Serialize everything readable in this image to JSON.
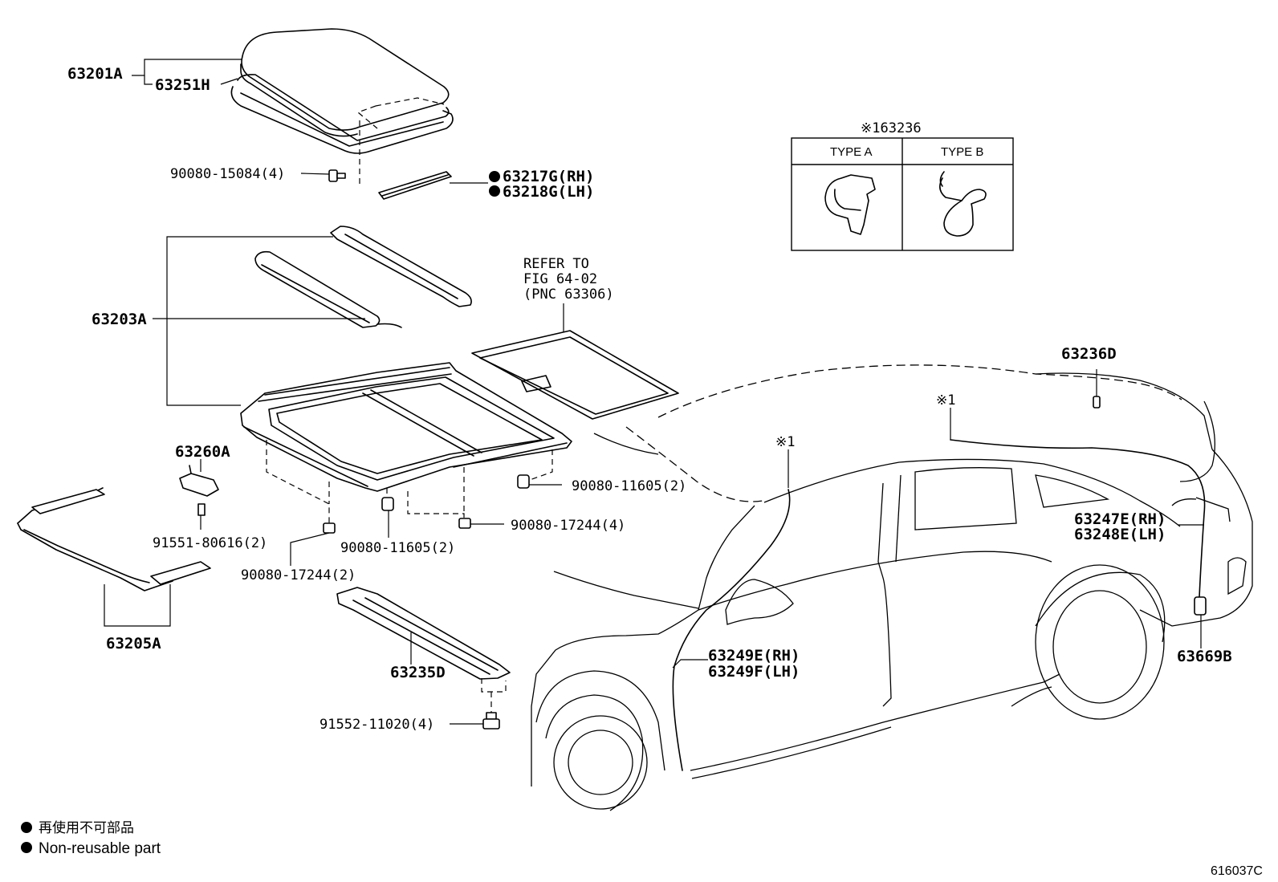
{
  "labels": {
    "p63201A": "63201A",
    "p63251H": "63251H",
    "p90080_15084": "90080-15084(4)",
    "p63217G": "63217G(RH)",
    "p63218G": "63218G(LH)",
    "p63203A": "63203A",
    "refer1": "REFER TO",
    "refer2": "FIG 64-02",
    "refer3": "(PNC 63306)",
    "p63260A": "63260A",
    "p91551": "91551-80616(2)",
    "p90080_11605a": "90080-11605(2)",
    "p90080_11605b": "90080-11605(2)",
    "p90080_17244a": "90080-17244(4)",
    "p90080_17244b": "90080-17244(2)",
    "p63205A": "63205A",
    "p63235D": "63235D",
    "p91552": "91552-11020(4)",
    "p63236": "※163236",
    "typeA": "TYPE A",
    "typeB": "TYPE B",
    "p63236D": "63236D",
    "note1a": "※1",
    "note1b": "※1",
    "p63247E": "63247E(RH)",
    "p63248E": "63248E(LH)",
    "p63249E": "63249E(RH)",
    "p63249F": "63249F(LH)",
    "p63669B": "63669B"
  },
  "legend": {
    "jp": "再使用不可部品",
    "en": "Non-reusable part"
  },
  "figure_id": "616037C",
  "icons": {
    "non_reusable": "filled-circle-icon"
  }
}
